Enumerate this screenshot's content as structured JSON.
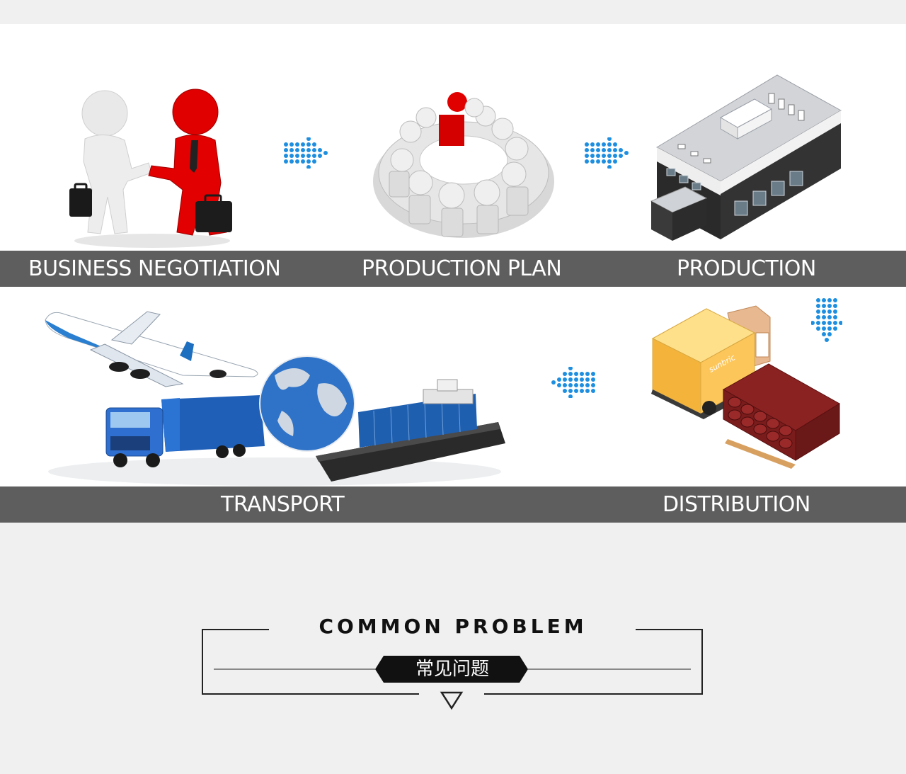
{
  "steps": {
    "business_negotiation": "BUSINESS NEGOTIATION",
    "production_plan": "PRODUCTION PLAN",
    "production": "PRODUCTION",
    "transport": "TRANSPORT",
    "distribution": "DISTRIBUTION"
  },
  "section": {
    "title": "COMMON PROBLEM",
    "subtitle_cn": "常见问题"
  },
  "colors": {
    "band": "#5e5e5e",
    "arrow_dots": "#1e8fe0",
    "page_bg": "#f0f0f0",
    "panel_bg": "#ffffff"
  },
  "brand_mark": "sunbric"
}
